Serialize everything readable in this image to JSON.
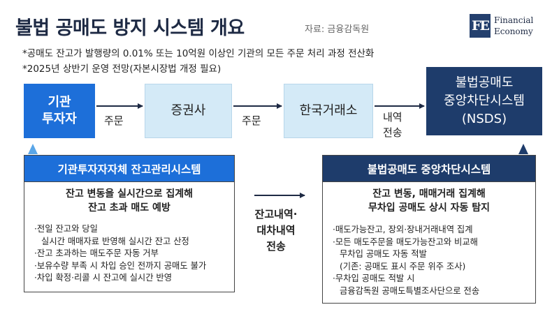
{
  "header": {
    "title": "불법 공매도 방지 시스템 개요",
    "source": "자료: 금융감독원",
    "logo_mark": "FE",
    "logo_line1": "Financial",
    "logo_line2": "Economy"
  },
  "notes": [
    "*공매도 잔고가 발행량의 0.01% 또는 10억원 이상인 기관의 모든 주문 처리 과정 전산화",
    "*2025년 상반기 운영 전망(자본시장법 개정 필요)"
  ],
  "flow": {
    "institution": [
      "기관",
      "투자자"
    ],
    "securities": "증권사",
    "exchange": "한국거래소",
    "nsds": [
      "불법공매도",
      "중앙차단시스템",
      "(NSDS)"
    ],
    "label_order_1": "주문",
    "label_order_2": "주문",
    "label_transfer": [
      "내역",
      "전송"
    ]
  },
  "left_panel": {
    "title": "기관투자자자체 잔고관리시스템",
    "summary": [
      "잔고 변동을 실시간으로 집계해",
      "잔고 초과 매도 예방"
    ],
    "items": [
      "·전일 잔고와 당일",
      "  실시간 매매자료 반영해 실시간 잔고 산정",
      "·잔고 초과하는 매도주문 자동 거부",
      "·보유수량 부족 시 차입 승인 전까지 공매도 불가",
      "·차입 확정·리콜 시 잔고에 실시간 반영"
    ]
  },
  "middle": [
    "잔고내역·",
    "대차내역",
    "전송"
  ],
  "right_panel": {
    "title": "불법공매도 중앙차단시스템",
    "summary": [
      "잔고 변동, 매매거래 집계해",
      "무차입 공매도 상시 자동 탐지"
    ],
    "items": [
      "·매도가능잔고, 장외·장내거래내역 집계",
      "·모든 매도주문을 매도가능잔고와 비교해",
      "  무차입 공매도 자동 적발",
      "  (기존: 공매도 표시 주문 위주 조사)",
      "·무차입 공매도 적발 시",
      "  금융감독원 공매도특별조사단으로 전송"
    ]
  },
  "colors": {
    "primary_blue": "#1d6fd9",
    "navy": "#1e3c6b",
    "light_blue": "#d4eaf7"
  }
}
